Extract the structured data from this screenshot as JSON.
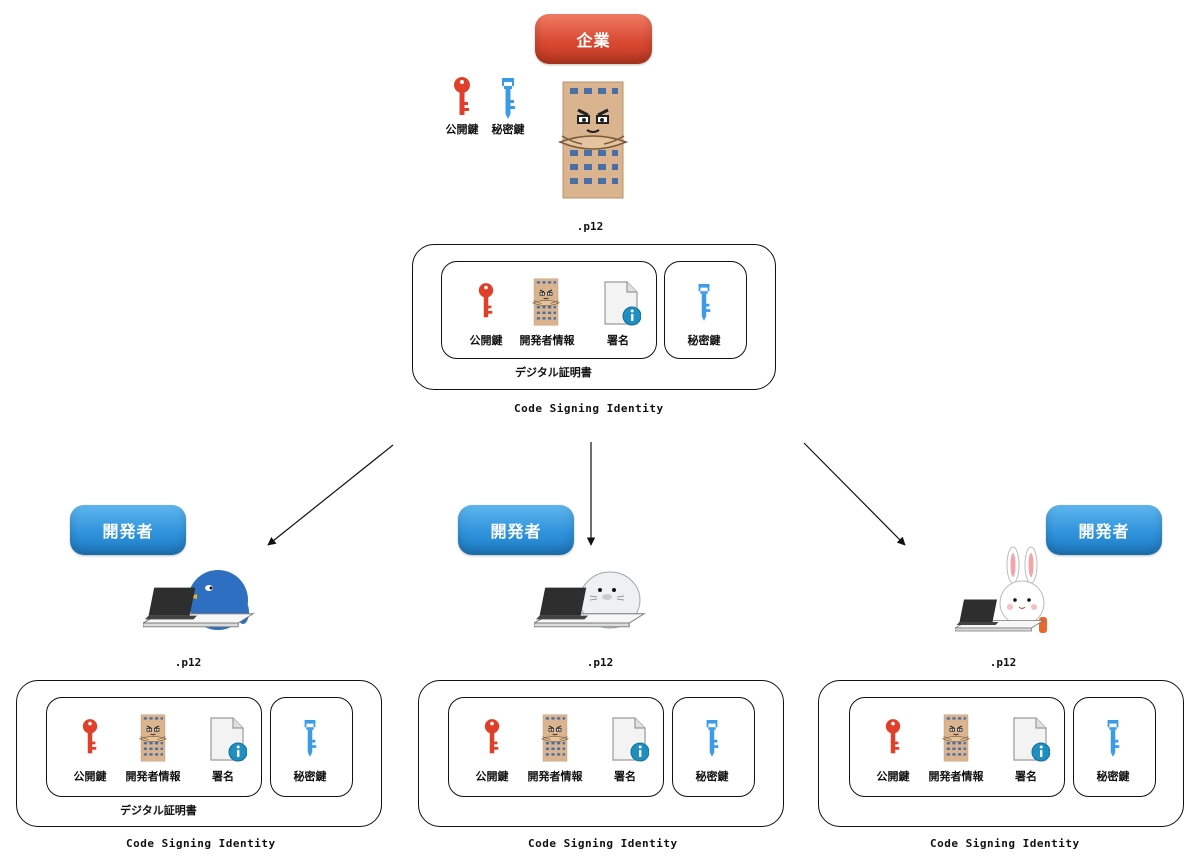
{
  "company": {
    "badge": "企業",
    "public_key_label": "公開鍵",
    "private_key_label": "秘密鍵",
    "file_label": ".p12"
  },
  "certificate_sets": [
    {
      "public_key": "公開鍵",
      "developer_info": "開発者情報",
      "signature": "署名",
      "private_key": "秘密鍵",
      "cert_caption": "デジタル証明書",
      "identity": "Code Signing Identity"
    },
    {
      "developer_badge": "開発者",
      "file_label": ".p12",
      "public_key": "公開鍵",
      "developer_info": "開発者情報",
      "signature": "署名",
      "private_key": "秘密鍵",
      "cert_caption": "デジタル証明書",
      "identity": "Code Signing Identity"
    },
    {
      "developer_badge": "開発者",
      "file_label": ".p12",
      "public_key": "公開鍵",
      "developer_info": "開発者情報",
      "signature": "署名",
      "private_key": "秘密鍵",
      "identity": "Code Signing Identity"
    },
    {
      "developer_badge": "開発者",
      "file_label": ".p12",
      "public_key": "公開鍵",
      "developer_info": "開発者情報",
      "signature": "署名",
      "private_key": "秘密鍵",
      "identity": "Code Signing Identity"
    }
  ],
  "colors": {
    "public_key": "#e0402a",
    "private_key": "#3a9be8",
    "company_badge": "#d84a32",
    "developer_badge": "#2f93dc"
  }
}
